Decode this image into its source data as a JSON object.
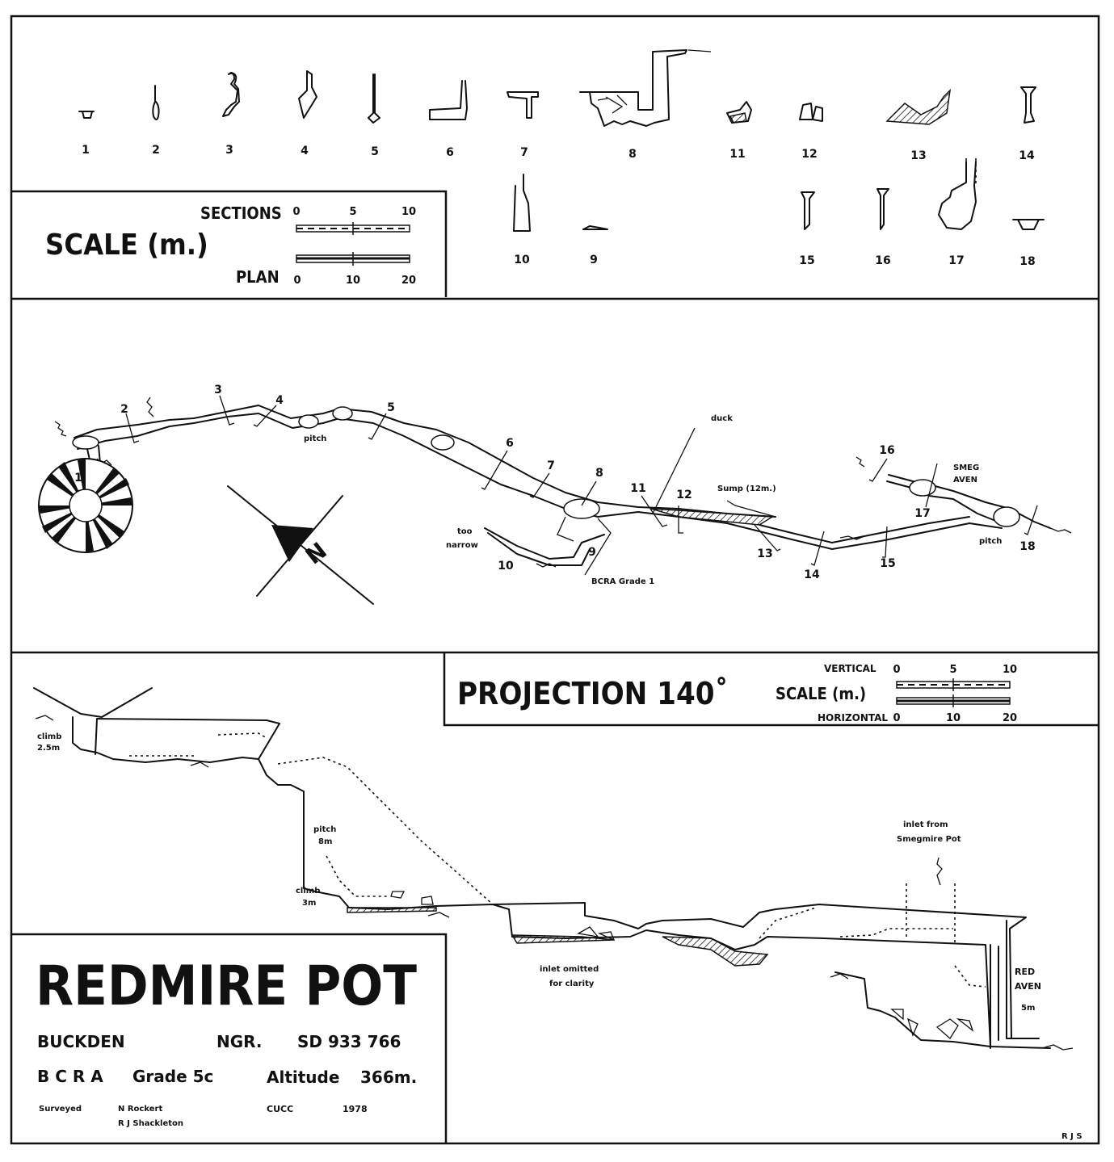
{
  "sections": {
    "numbers": [
      "1",
      "2",
      "3",
      "4",
      "5",
      "6",
      "7",
      "8",
      "11",
      "12",
      "13",
      "14",
      "10",
      "9",
      "15",
      "16",
      "17",
      "18"
    ]
  },
  "scale_box": {
    "title": "SCALE (m.)",
    "sections_label": "SECTIONS",
    "sections_ticks": [
      "0",
      "5",
      "10"
    ],
    "plan_label": "PLAN",
    "plan_ticks": [
      "0",
      "10",
      "20"
    ]
  },
  "plan": {
    "station_numbers": [
      "2",
      "3",
      "4",
      "5",
      "6",
      "7",
      "8",
      "11",
      "12",
      "13",
      "14",
      "15",
      "16",
      "17",
      "18",
      "10",
      "9",
      "1"
    ],
    "labels": {
      "pitch_a": "pitch",
      "duck": "duck",
      "sump": "Sump  (12m.)",
      "smeg_aven_1": "SMEG",
      "smeg_aven_2": "AVEN",
      "pitch_b": "pitch",
      "too_narrow_1": "too",
      "too_narrow_2": "narrow",
      "bcra_grade": "BCRA  Grade 1",
      "north": "N"
    }
  },
  "projection_box": {
    "title": "PROJECTION 140˚",
    "scale_label": "SCALE  (m.)",
    "vertical_label": "VERTICAL",
    "vertical_ticks": [
      "0",
      "5",
      "10"
    ],
    "horizontal_label": "HORIZONTAL",
    "horizontal_ticks": [
      "0",
      "10",
      "20"
    ]
  },
  "elevation": {
    "labels": {
      "climb1_a": "climb",
      "climb1_b": "2.5m",
      "pitch_a": "pitch",
      "pitch_b": "8m",
      "climb2_a": "climb",
      "climb2_b": "3m",
      "inlet_omitted_a": "inlet omitted",
      "inlet_omitted_b": "for clarity",
      "inlet_from_a": "inlet from",
      "inlet_from_b": "Smegmire Pot",
      "red_aven_a": "RED",
      "red_aven_b": "AVEN",
      "red_aven_c": "5m"
    }
  },
  "title_block": {
    "name": "REDMIRE  POT",
    "location": "BUCKDEN",
    "ngr_label": "NGR.",
    "ngr_value": "SD 933 766",
    "bcra_label": "B C R A",
    "grade": "Grade  5c",
    "altitude_label": "Altitude",
    "altitude_value": "366m.",
    "surveyed_label": "Surveyed",
    "surveyor_1": "N Rockert",
    "surveyor_2": "R J Shackleton",
    "club": "CUCC",
    "year": "1978"
  },
  "initials": "R J S"
}
